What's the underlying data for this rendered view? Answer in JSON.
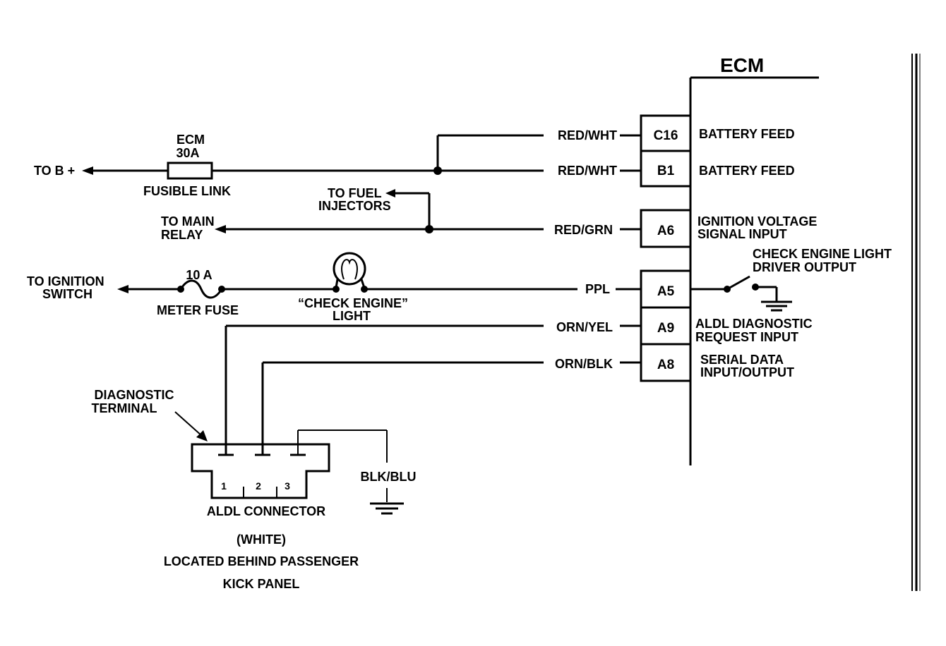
{
  "ecm": {
    "title": "ECM",
    "pins": [
      {
        "pin": "C16",
        "wire": "RED/WHT",
        "function_line1": "BATTERY FEED",
        "function_line2": ""
      },
      {
        "pin": "B1",
        "wire": "RED/WHT",
        "function_line1": "BATTERY FEED",
        "function_line2": ""
      },
      {
        "pin": "A6",
        "wire": "RED/GRN",
        "function_line1": "IGNITION VOLTAGE",
        "function_line2": "SIGNAL INPUT"
      },
      {
        "pin": "A5",
        "wire": "PPL",
        "function_line1": "",
        "function_line2": ""
      },
      {
        "pin": "A9",
        "wire": "ORN/YEL",
        "function_line1": "ALDL DIAGNOSTIC",
        "function_line2": "REQUEST INPUT"
      },
      {
        "pin": "A8",
        "wire": "ORN/BLK",
        "function_line1": "SERIAL DATA",
        "function_line2": "INPUT/OUTPUT"
      }
    ],
    "check_engine_driver": {
      "line1": "CHECK ENGINE LIGHT",
      "line2": "DRIVER OUTPUT"
    }
  },
  "left": {
    "to_b_plus": "TO B +",
    "fusible_link": {
      "name_line1": "ECM",
      "name_line2": "30A",
      "label": "FUSIBLE LINK"
    },
    "to_fuel_injectors": {
      "line1": "TO FUEL",
      "line2": "INJECTORS"
    },
    "to_main_relay": {
      "line1": "TO MAIN",
      "line2": "RELAY"
    },
    "to_ignition_switch": {
      "line1": "TO IGNITION",
      "line2": "SWITCH"
    },
    "meter_fuse": {
      "rating": "10 A",
      "label": "METER FUSE"
    },
    "check_engine_light": {
      "line1": "“CHECK ENGINE”",
      "line2": "LIGHT"
    }
  },
  "aldl": {
    "diagnostic_terminal": {
      "line1": "DIAGNOSTIC",
      "line2": "TERMINAL"
    },
    "pin_numbers": [
      "1",
      "2",
      "3"
    ],
    "ground_wire": "BLK/BLU",
    "connector_label": "ALDL CONNECTOR",
    "color_note": "(WHITE)",
    "location_line1": "LOCATED BEHIND PASSENGER",
    "location_line2": "KICK PANEL"
  },
  "colors": {
    "ink": "#000000",
    "paper": "#ffffff"
  }
}
